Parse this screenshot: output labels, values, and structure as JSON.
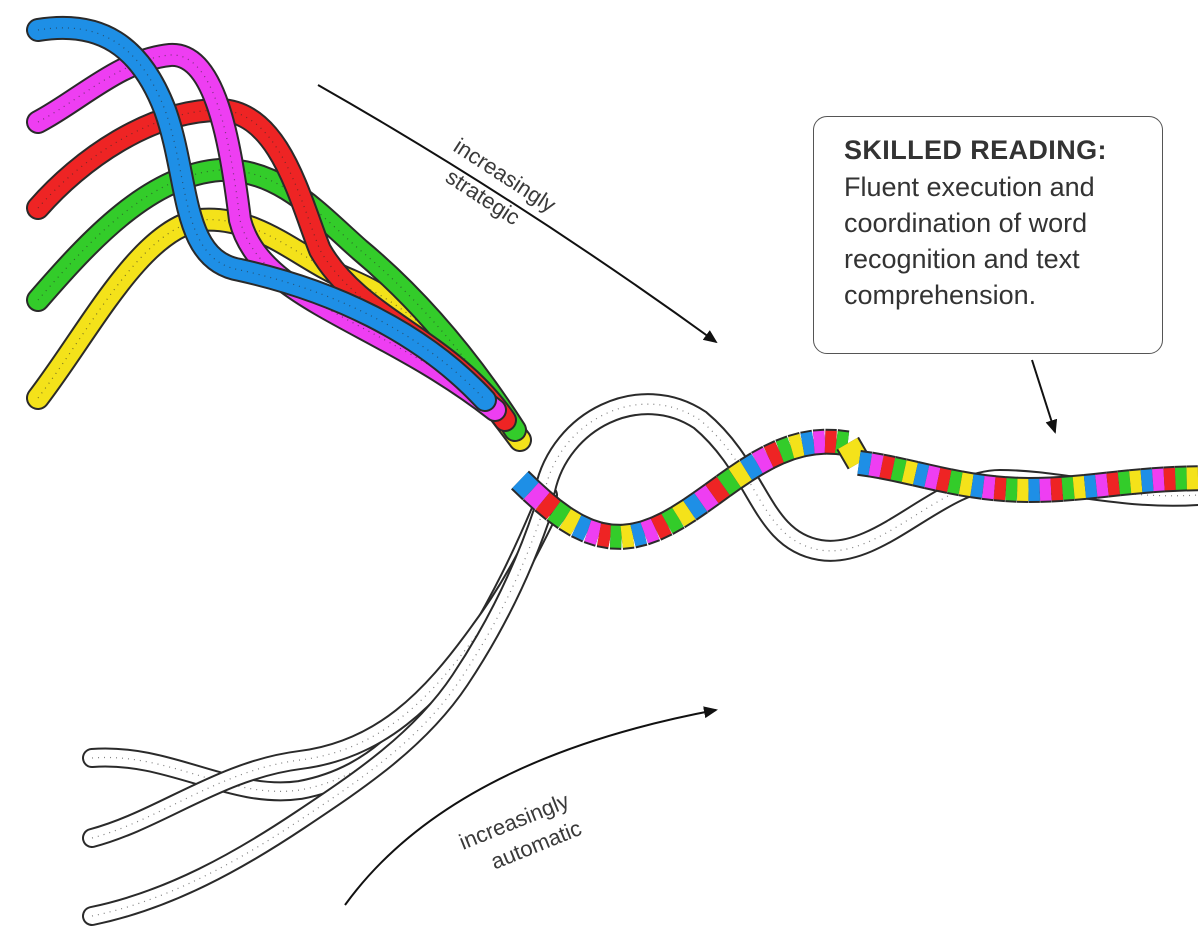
{
  "callout": {
    "title": "SKILLED READING:",
    "body": "Fluent execution and\ncoordination of word\nrecognition and text\ncomprehension."
  },
  "arrows": {
    "top": {
      "line1": "increasingly",
      "line2": "strategic"
    },
    "bottom": {
      "line1": "increasingly",
      "line2": "automatic"
    }
  },
  "colors": {
    "blue": "#1e8fe6",
    "magenta": "#ee3ef2",
    "red": "#ee2424",
    "green": "#33cc2a",
    "yellow": "#f4e21a",
    "white_strand": "#ffffff",
    "outline": "#2a2a2a"
  }
}
